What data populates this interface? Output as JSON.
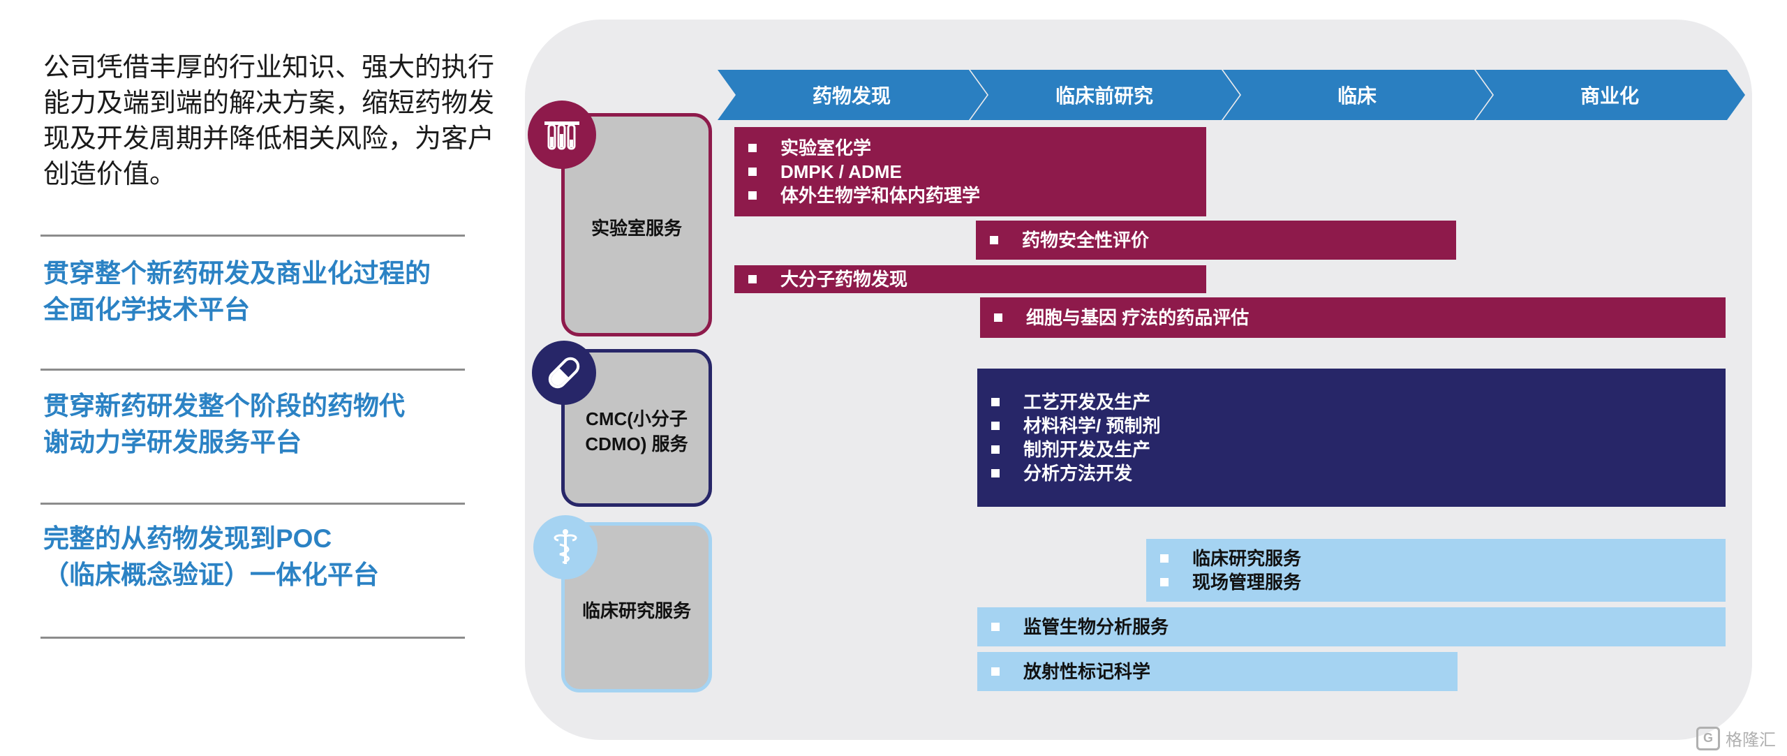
{
  "intro": "公司凭借丰厚的行业知识、强大的执行能力及端到端的解决方案，缩短药物发现及开发周期并降低相关风险，为客户创造价值。",
  "features": [
    {
      "line1": "贯穿整个新药研发及商业化过程的",
      "line2": "全面化学技术平台"
    },
    {
      "line1": "贯穿新药研发整个阶段的药物代",
      "line2": "谢动力学研发服务平台"
    },
    {
      "line1": "完整的从药物发现到POC",
      "line2": "（临床概念验证）一体化平台"
    }
  ],
  "phases": [
    "药物发现",
    "临床前研究",
    "临床",
    "商业化"
  ],
  "categories": {
    "lab": {
      "label": "实验室服务",
      "icon": "test-tubes-icon"
    },
    "cmc": {
      "line1": "CMC(小分子",
      "line2": "CDMO) 服务",
      "icon": "capsule-icon"
    },
    "clinical": {
      "label": "临床研究服务",
      "icon": "caduceus-icon"
    }
  },
  "bars": {
    "lab_chem": [
      "实验室化学",
      "DMPK /  ADME",
      "体外生物学和体内药理学"
    ],
    "lab_safety": [
      "药物安全性评价"
    ],
    "lab_biologics": [
      "大分子药物发现"
    ],
    "lab_cell_gene": [
      "细胞与基因 疗法的药品评估"
    ],
    "cmc": [
      "工艺开发及生产",
      "材料科学/ 预制剂",
      "制剂开发及生产",
      "分析方法开发"
    ],
    "clinical_services": [
      "临床研究服务",
      "现场管理服务"
    ],
    "clinical_bioanalysis": [
      "监管生物分析服务"
    ],
    "clinical_radio": [
      "放射性标记科学"
    ]
  },
  "colors": {
    "phase_arrow": "#2a7fc1",
    "lab": "#8e1a4b",
    "cmc": "#272668",
    "clinical": "#a5d3f2",
    "feature_text": "#2b82c4"
  },
  "watermark": "格隆汇"
}
